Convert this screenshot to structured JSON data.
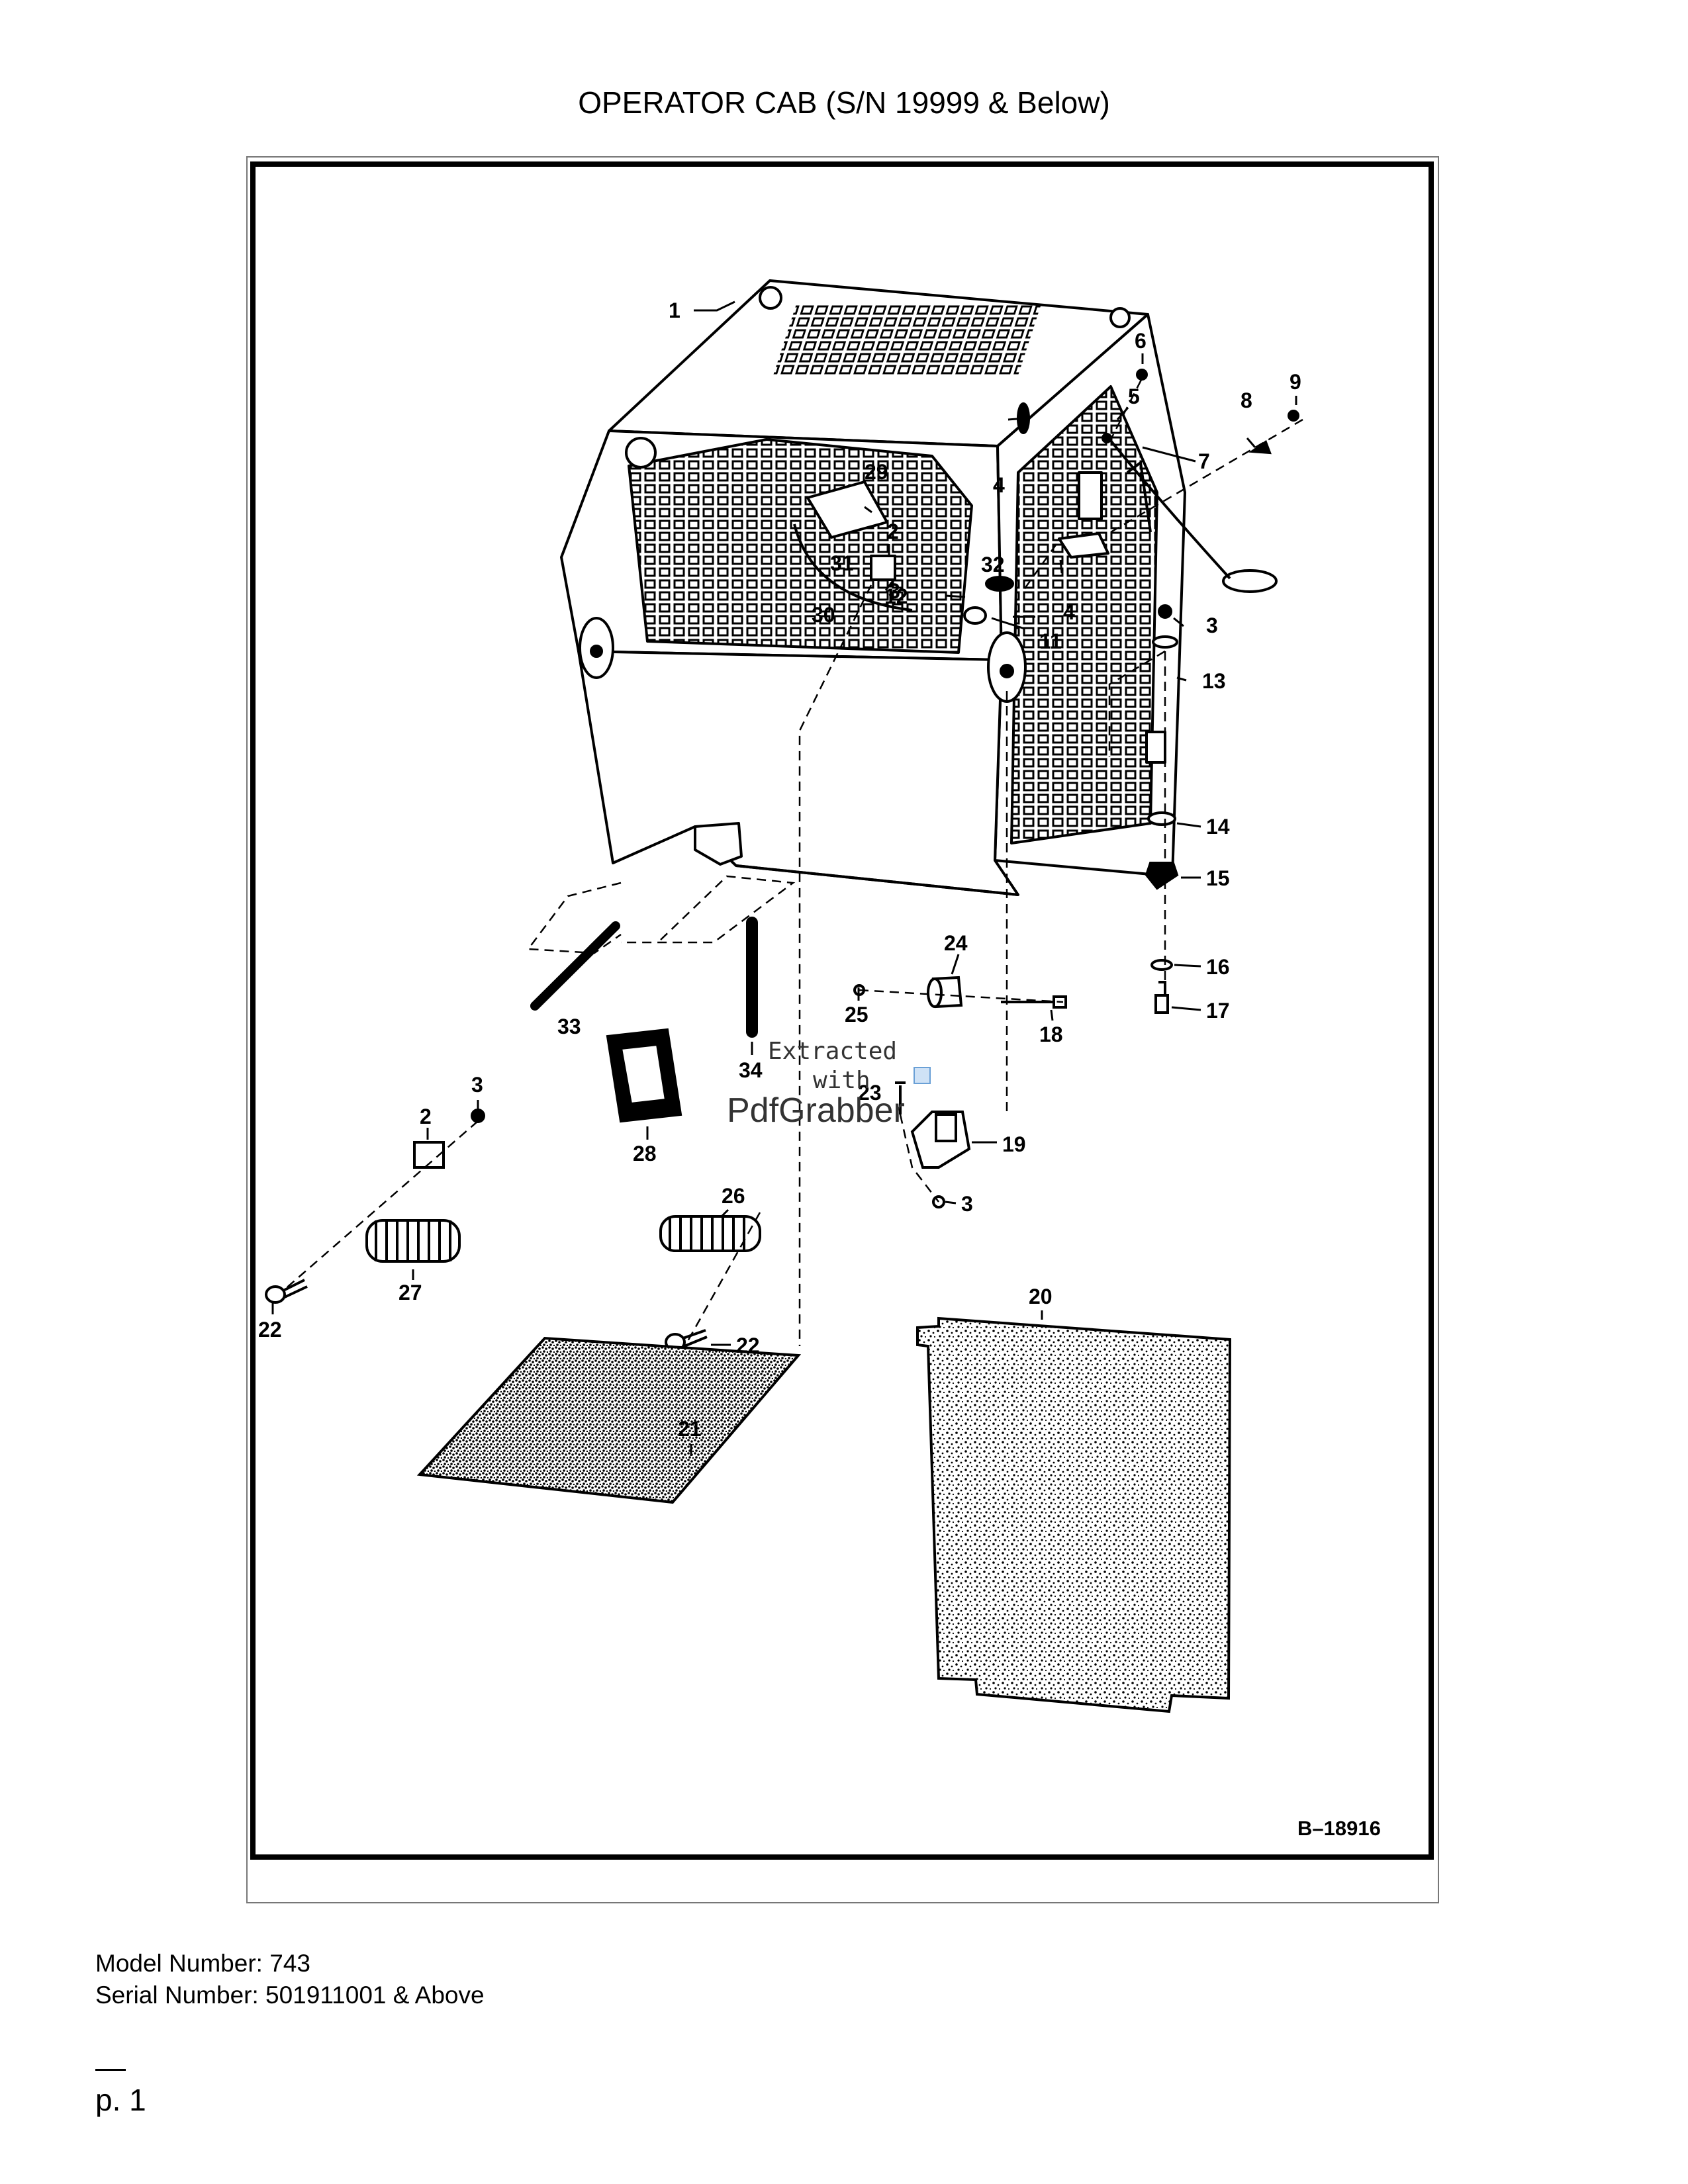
{
  "title": "OPERATOR CAB (S/N 19999 & Below)",
  "drawing_id": "B–18916",
  "callouts": [
    "1",
    "6",
    "9",
    "5",
    "8",
    "7",
    "29",
    "2",
    "4",
    "3",
    "31",
    "32",
    "30",
    "12",
    "4",
    "11",
    "3",
    "13",
    "14",
    "15",
    "24",
    "16",
    "17",
    "25",
    "18",
    "3",
    "34",
    "2",
    "23",
    "28",
    "19",
    "26",
    "3",
    "27",
    "22",
    "22",
    "20",
    "21",
    "33"
  ],
  "watermark": {
    "line1": "Extracted",
    "line2": "with",
    "brand_a": "Pdf",
    "brand_b": "Grabber"
  },
  "footer": {
    "model": "Model Number: 743",
    "serial": "Serial Number: 501911001 & Above",
    "page": "p. 1"
  }
}
